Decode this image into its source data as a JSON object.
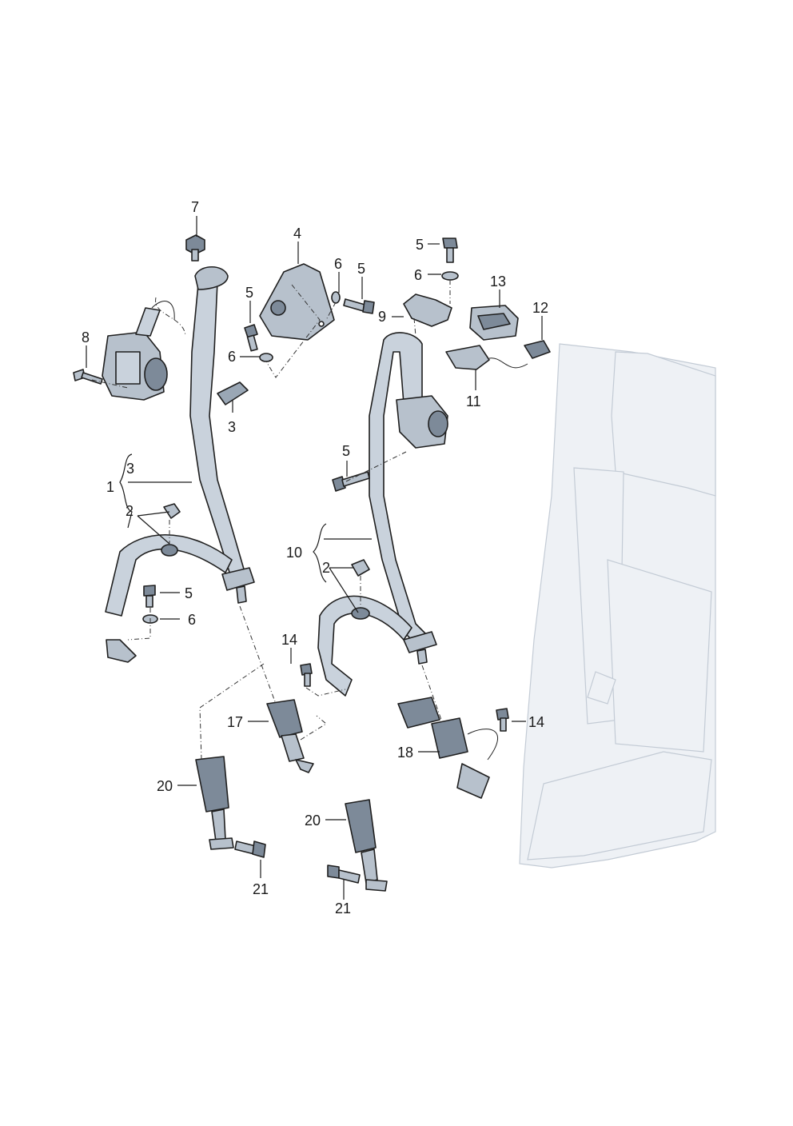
{
  "callouts": {
    "c1": "1",
    "c2a": "2",
    "c2b": "2",
    "c3a": "3",
    "c3b": "3",
    "c4": "4",
    "c5a": "5",
    "c5b": "5",
    "c5c": "5",
    "c5d": "5",
    "c5e": "5",
    "c6a": "6",
    "c6b": "6",
    "c6c": "6",
    "c6d": "6",
    "c7": "7",
    "c8": "8",
    "c9": "9",
    "c10": "10",
    "c11": "11",
    "c12": "12",
    "c13": "13",
    "c14a": "14",
    "c14b": "14",
    "c17": "17",
    "c18": "18",
    "c20a": "20",
    "c20b": "20",
    "c21a": "21",
    "c21b": "21"
  },
  "colors": {
    "belt": "#c9d2dc",
    "metal": "#b7c1cc",
    "seat": "#eef1f5",
    "outline": "#1f1f1f"
  }
}
